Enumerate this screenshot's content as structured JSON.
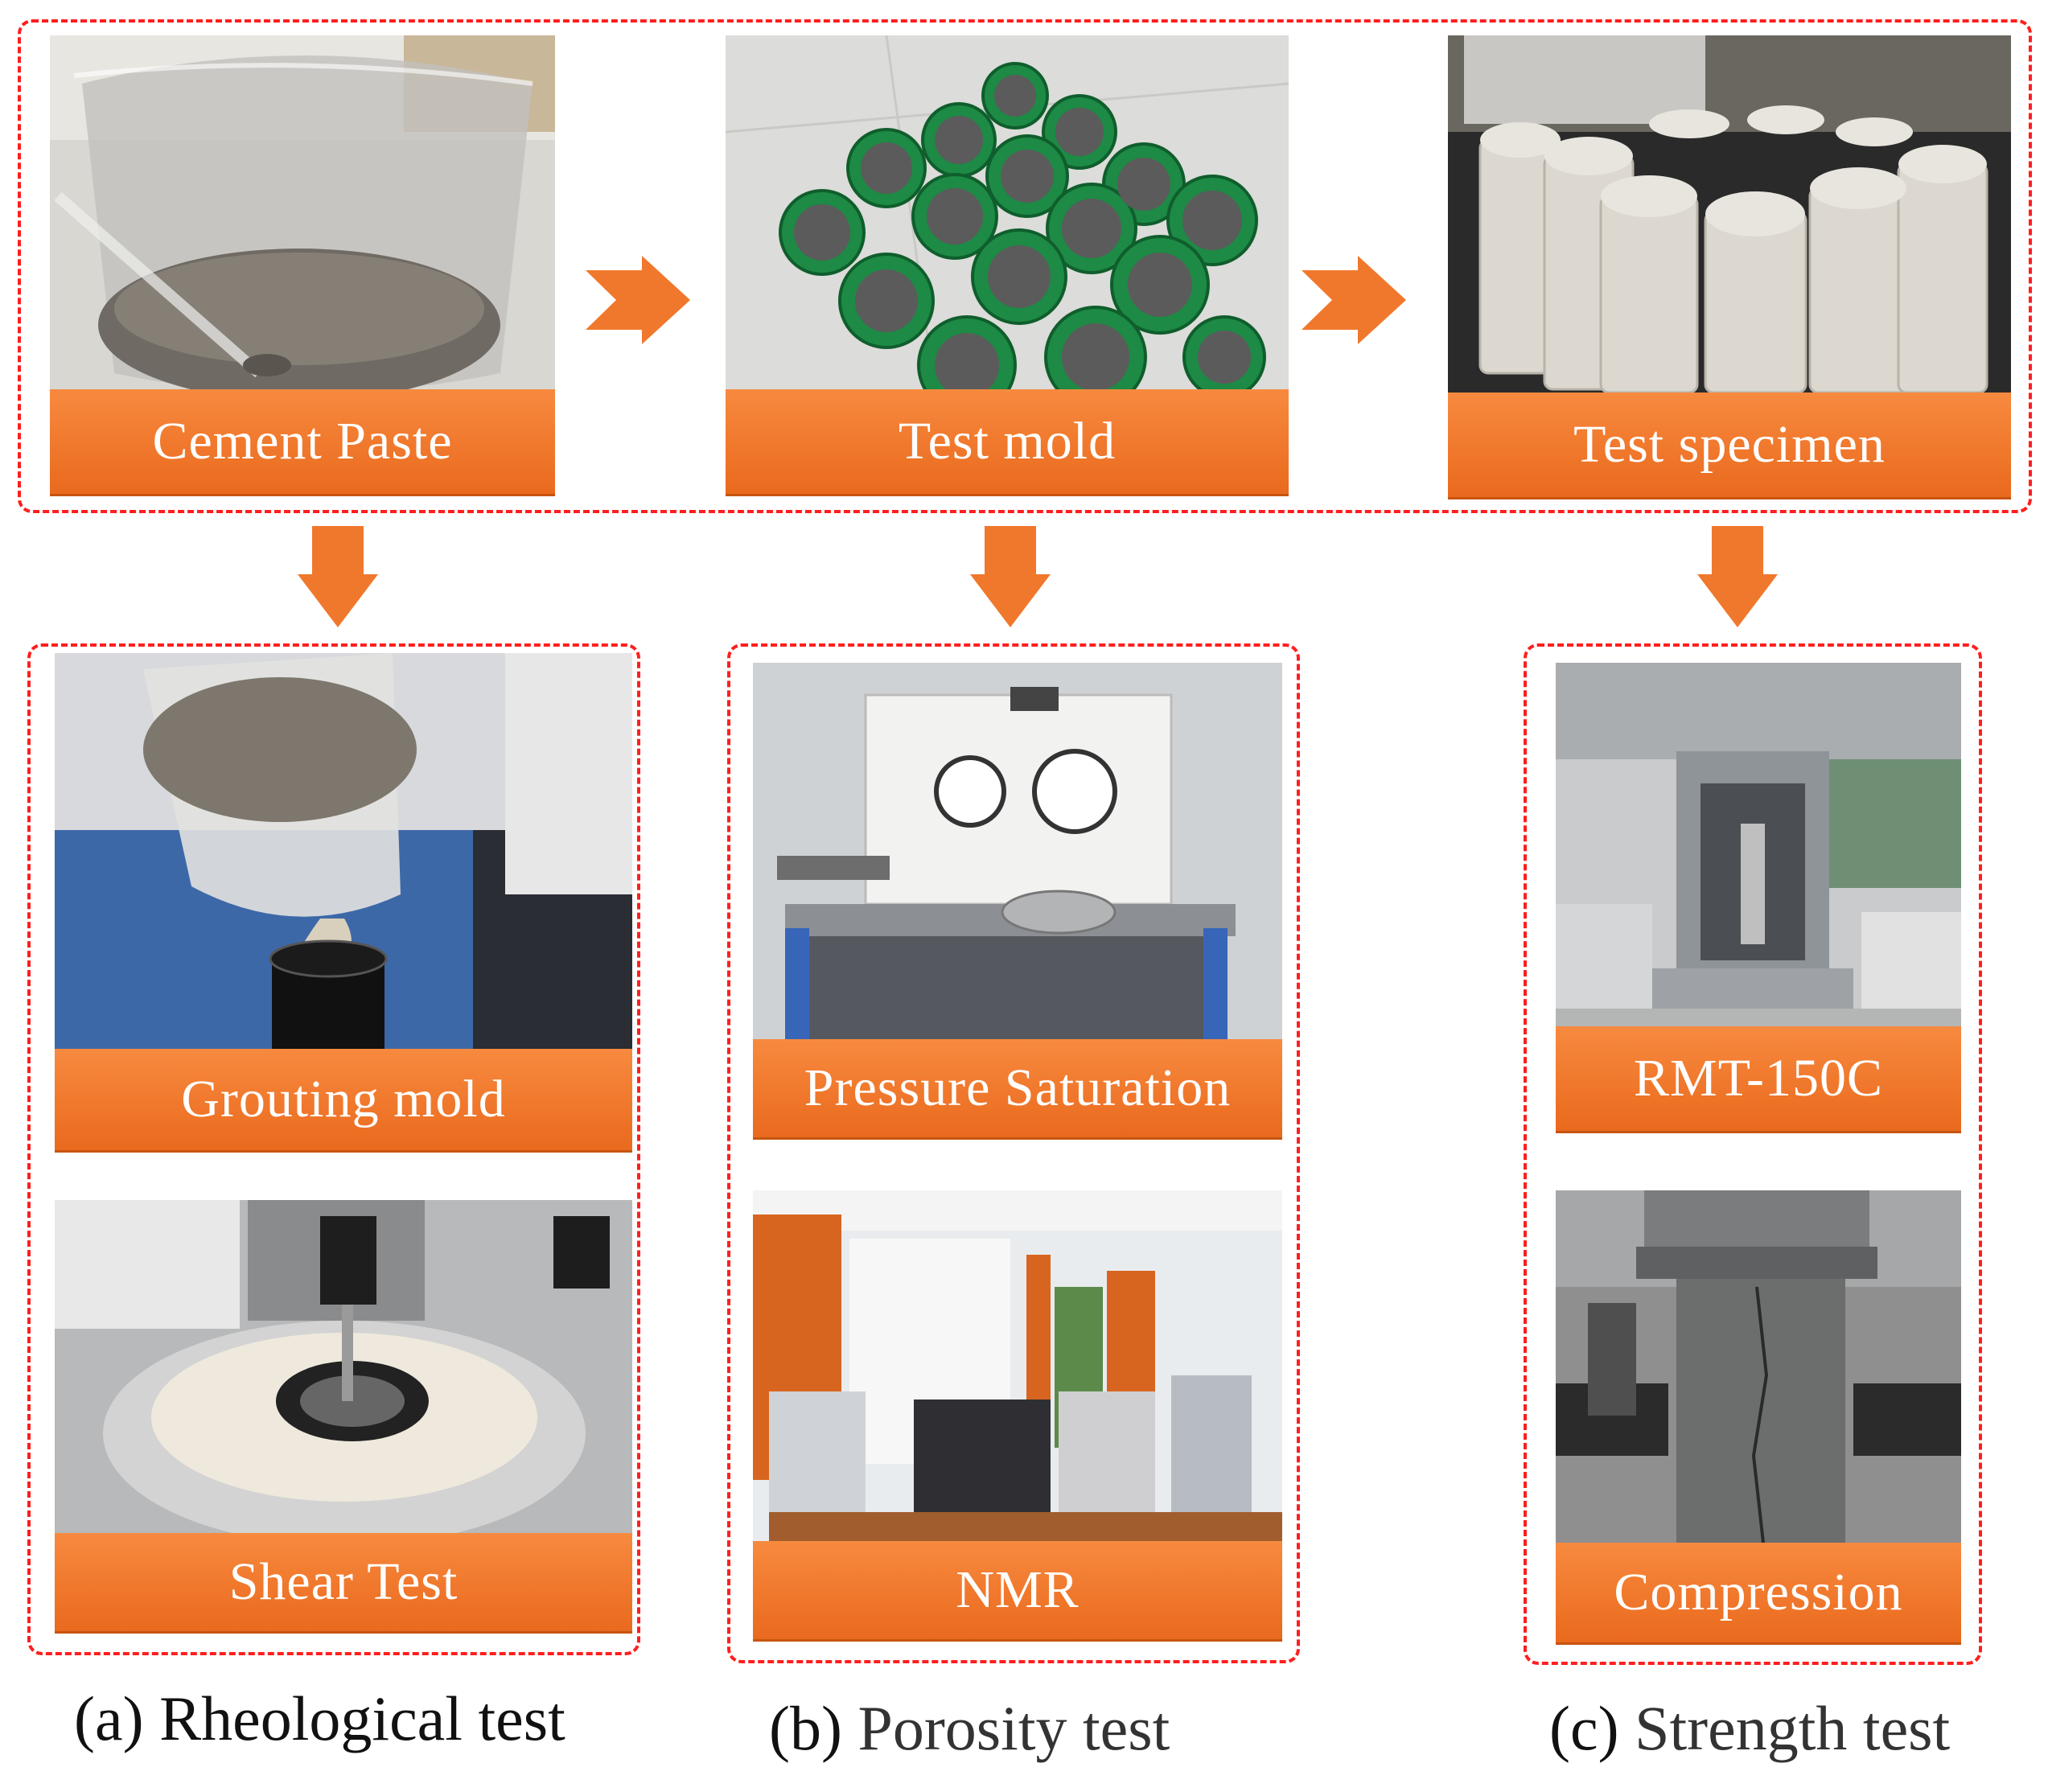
{
  "top_row": {
    "steps": [
      {
        "label": "Cement Paste"
      },
      {
        "label": "Test mold"
      },
      {
        "label": "Test specimen"
      }
    ]
  },
  "groups": [
    {
      "caption_prefix": "(a)",
      "caption_text": "Rheological test",
      "panels": [
        {
          "label": "Grouting mold"
        },
        {
          "label": "Shear Test"
        }
      ]
    },
    {
      "caption_prefix": "(b)",
      "caption_text": "Porosity test",
      "panels": [
        {
          "label": "Pressure Saturation"
        },
        {
          "label": "NMR"
        }
      ]
    },
    {
      "caption_prefix": "(c)",
      "caption_text": "Strength test",
      "panels": [
        {
          "label": "RMT-150C"
        },
        {
          "label": "Compression"
        }
      ]
    }
  ],
  "colors": {
    "accent": "#f0782c",
    "dashed_border": "#ff1e1e",
    "label_text": "#ffffff"
  },
  "icons": [
    "arrow-right-icon",
    "arrow-down-icon"
  ]
}
